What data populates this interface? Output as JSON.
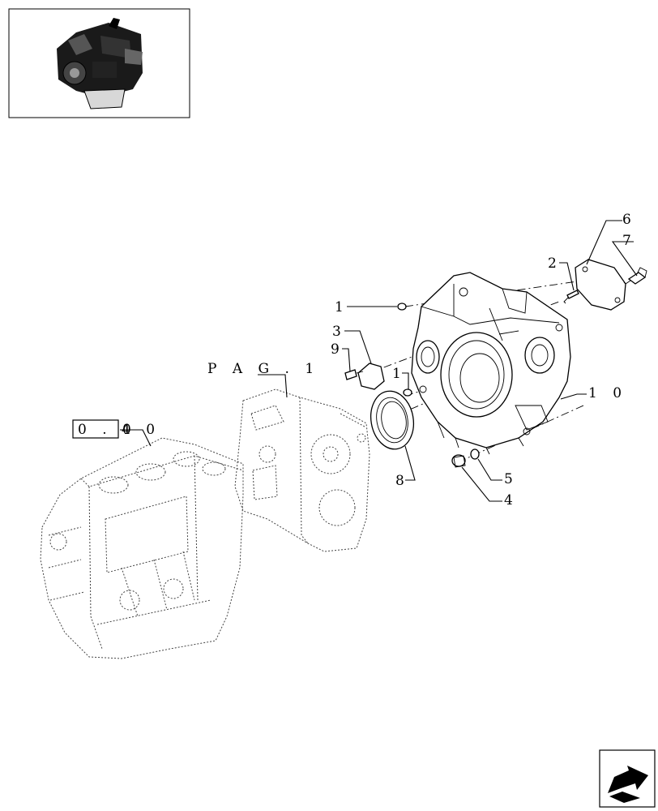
{
  "callouts": {
    "c1a": "1",
    "c1b": "1",
    "c2": "2",
    "c3": "3",
    "c4": "4",
    "c5": "5",
    "c6": "6",
    "c7": "7",
    "c8": "8",
    "c9": "9",
    "c10": "1 0"
  },
  "refs": {
    "page_ref": "P A G . 1",
    "group_ref_box": "0 . 0",
    "group_ref_tail": "4   0"
  },
  "icons": {
    "thumbnail": "engine-thumbnail-icon",
    "next_page": "next-page-arrow-icon"
  }
}
